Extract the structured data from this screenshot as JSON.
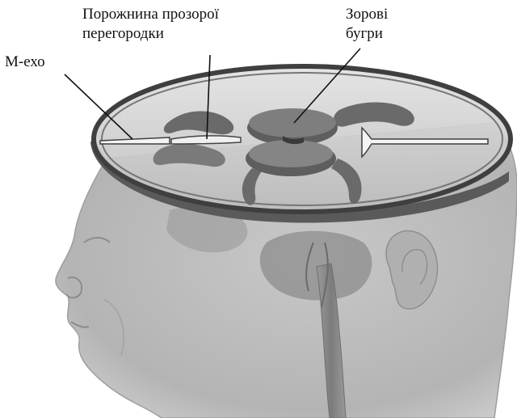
{
  "labels": {
    "septum": {
      "line1": "Порожнина прозорої",
      "line2": "перегородки"
    },
    "thalamus": {
      "line1": "Зорові",
      "line2": "бугри"
    },
    "m_echo": "М-ехо"
  },
  "colors": {
    "head_fill": "#bdbdbd",
    "head_dark": "#8a8a8a",
    "plane_fill": "#d9d9d9",
    "rim": "#4a4a4a",
    "brain_dark": "#6a6a6a",
    "leader": "#111111"
  }
}
